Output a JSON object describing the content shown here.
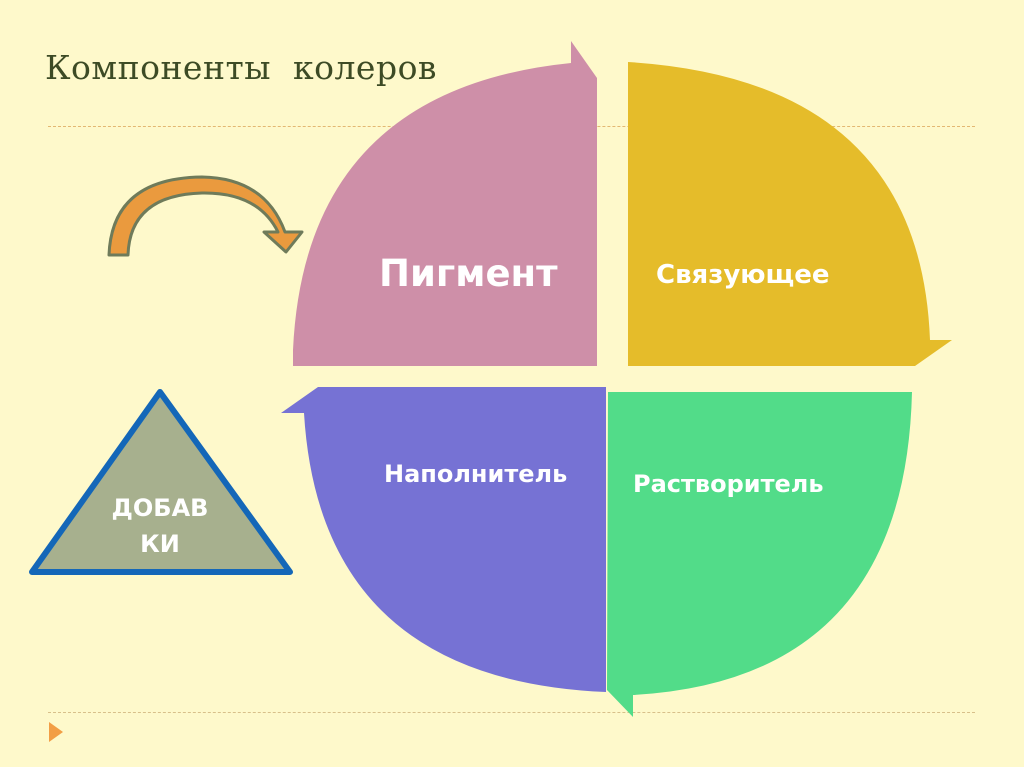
{
  "slide": {
    "title": "Компоненты  колеров",
    "background_color": "#fef9cb"
  },
  "cycle_diagram": {
    "quadrants": [
      {
        "position": "top-left",
        "label": "Пигмент",
        "color": "#ce8fa8",
        "arrow_direction": "right"
      },
      {
        "position": "top-right",
        "label": "Связующее",
        "color": "#e5bc2a",
        "arrow_direction": "down"
      },
      {
        "position": "bottom-right",
        "label": "Растворитель",
        "color": "#52dc89",
        "arrow_direction": "left"
      },
      {
        "position": "bottom-left",
        "label": "Наполнитель",
        "color": "#7672d4",
        "arrow_direction": "up"
      }
    ]
  },
  "curved_arrow": {
    "icon": "curved-arrow-right-icon",
    "fill": "#ea9a3e",
    "stroke": "#6f7b5a"
  },
  "additives_triangle": {
    "line1": "ДОБАВ",
    "line2": "КИ",
    "fill": "#a7b08e",
    "border": "#1467b8"
  },
  "footer": {
    "bullet_icon": "triangle-bullet-icon",
    "bullet_color": "#f29e45"
  }
}
